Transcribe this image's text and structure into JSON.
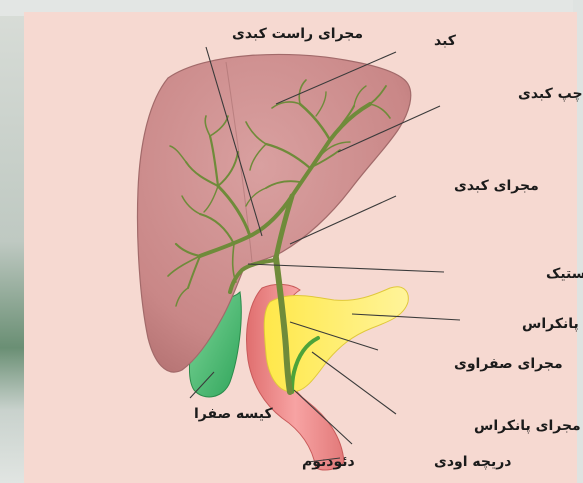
{
  "labels": {
    "right_hepatic_duct": "مجرای راست کبدی",
    "liver": "کبد",
    "left_hepatic_duct": "مجرای چپ کبدی",
    "hepatic_duct": "مجرای کبدی",
    "cystic_duct": "مجرای کیستیک",
    "pancreas": "پانکراس",
    "bile_duct": "مجرای صفراوی",
    "gallbladder": "کیسه صفرا",
    "pancreatic_duct": "مجرای پانکراس",
    "duodenum": "دئودنوم",
    "ampulla": "دریچه اودی"
  },
  "colors": {
    "background": "#f6d9d1",
    "liver": "#c98a8a",
    "liver_edge": "#a66b6b",
    "bile_ducts": "#6f8b3a",
    "gallbladder": "#3fb76a",
    "pancreas": "#fff06a",
    "duodenum": "#ef8f8f",
    "pancreatic_duct": "#4da33a"
  }
}
